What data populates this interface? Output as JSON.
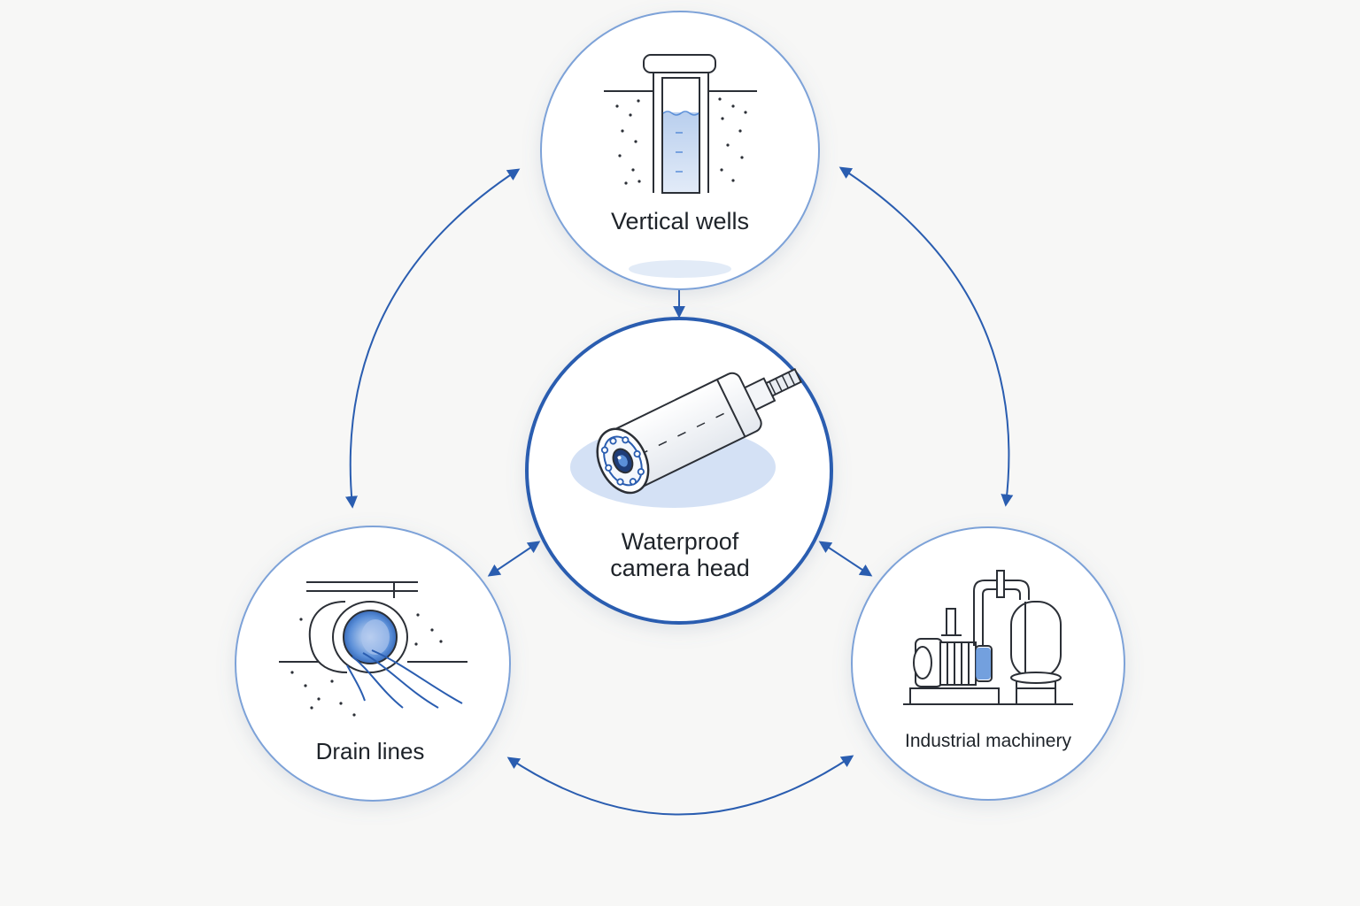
{
  "diagram": {
    "center": {
      "label_line1": "Waterproof",
      "label_line2": "camera head",
      "icon": "waterproof-camera-icon"
    },
    "nodes": [
      {
        "id": "vertical-wells",
        "label": "Vertical wells",
        "icon": "well-shaft-icon"
      },
      {
        "id": "drain-lines",
        "label": "Drain lines",
        "icon": "drain-pipe-icon"
      },
      {
        "id": "industrial-machinery",
        "label": "Industrial machinery",
        "icon": "pump-tank-icon"
      }
    ],
    "colors": {
      "accent": "#2a5db0",
      "ring": "#7da2d8",
      "water": "#5b8fd8",
      "line": "#2b2f36",
      "text": "#1e2329",
      "background": "#f7f7f6"
    }
  }
}
